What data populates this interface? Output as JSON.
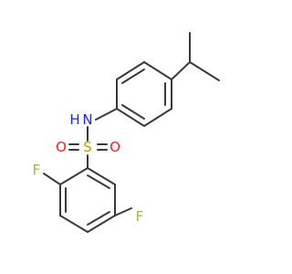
{
  "molecule": {
    "atoms": {
      "N": {
        "text": "N",
        "color": "#1f1fff"
      },
      "H": {
        "text": "H",
        "color": "#1f1fff"
      },
      "S": {
        "text": "S",
        "color": "#b8a200"
      },
      "O1": {
        "text": "O",
        "color": "#ff1a1a"
      },
      "O2": {
        "text": "O",
        "color": "#ff1a1a"
      },
      "F1": {
        "text": "F",
        "color": "#8fbf3f"
      },
      "F2": {
        "text": "F",
        "color": "#8fbf3f"
      }
    },
    "bond_color": "#3a3a3a"
  }
}
